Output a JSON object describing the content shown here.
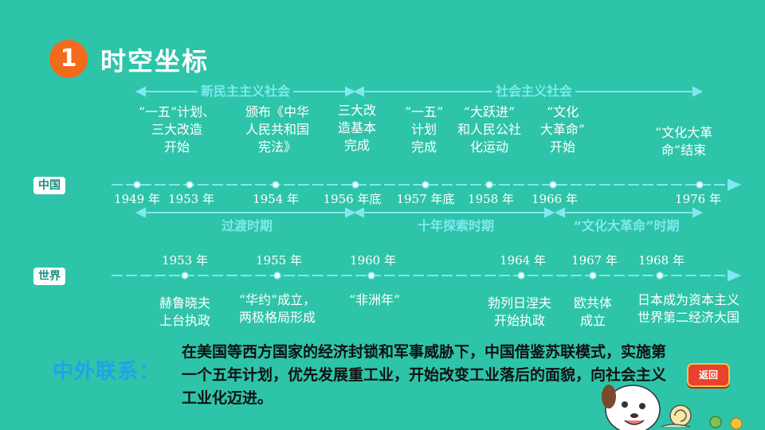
{
  "header": {
    "badge": "1",
    "title": "时空坐标"
  },
  "colors": {
    "background": "#2ec4a9",
    "accent": "#f26a1b",
    "period_text": "#7fe8f0",
    "line": "#7fe8f0"
  },
  "china": {
    "label": "中国",
    "top_periods": [
      {
        "label": "新民主主义社会"
      },
      {
        "label": "社会主义社会"
      }
    ],
    "bottom_periods": [
      {
        "label": "过渡时期"
      },
      {
        "label": "十年探索时期"
      },
      {
        "label": "“文化大革命”时期"
      }
    ],
    "years": [
      "1949 年",
      "1953 年",
      "1954 年",
      "1956 年底",
      "1957 年底",
      "1958 年",
      "1966 年",
      "1976 年"
    ],
    "events": [
      {
        "lines": [
          "“一五”计划、",
          "三大改造",
          "开始"
        ]
      },
      {
        "lines": [
          "颁布《中华",
          "人民共和国",
          "宪法》"
        ]
      },
      {
        "lines": [
          "三大改",
          "造基本",
          "完成"
        ]
      },
      {
        "lines": [
          "“一五”",
          "计划",
          "完成"
        ]
      },
      {
        "lines": [
          "“大跃进”",
          "和人民公社",
          "化运动"
        ]
      },
      {
        "lines": [
          "“文化",
          "大革命”",
          "开始"
        ]
      },
      {
        "lines": [
          "“文化大革",
          "命”结束"
        ]
      }
    ]
  },
  "world": {
    "label": "世界",
    "years": [
      "1953 年",
      "1955 年",
      "1960 年",
      "1964 年",
      "1967 年",
      "1968 年"
    ],
    "events": [
      {
        "lines": [
          "赫鲁晓夫",
          "上台执政"
        ]
      },
      {
        "lines": [
          "“华约”成立，",
          "两极格局形成"
        ]
      },
      {
        "lines": [
          "“非洲年”"
        ]
      },
      {
        "lines": [
          "勃列日涅夫",
          "开始执政"
        ]
      },
      {
        "lines": [
          "欧共体",
          "成立"
        ]
      },
      {
        "lines": [
          "日本成为资本主义",
          "世界第二经济大国"
        ]
      }
    ]
  },
  "connection": {
    "label": "中外联系：",
    "text": "在美国等西方国家的经济封锁和军事威胁下，中国借鉴苏联模式，实施第一个五年计划，优先发展重工业，开始改变工业落后的面貌，向社会主义工业化迈进。"
  },
  "back_button": "返回"
}
